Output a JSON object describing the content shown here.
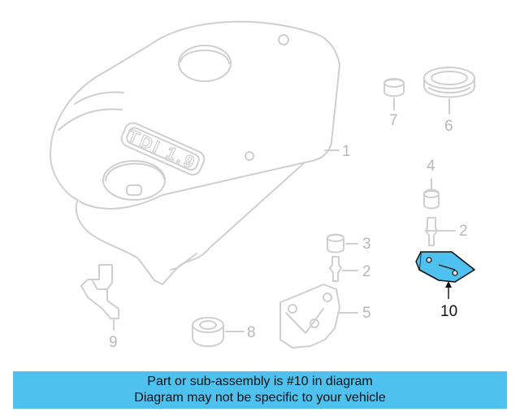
{
  "emblem": "TDI 1.9",
  "callouts": {
    "c1": "1",
    "c2a": "2",
    "c2b": "2",
    "c3": "3",
    "c4": "4",
    "c5": "5",
    "c6": "6",
    "c7": "7",
    "c8": "8",
    "c9": "9",
    "c10": "10"
  },
  "highlighted_part": "10",
  "colors": {
    "outline": "#cfcfcf",
    "highlight_fill": "#4fc1ef",
    "banner_bg": "#4fc1ef",
    "text_dark": "#111111"
  },
  "banner": {
    "line1": "Part or sub-assembly is #10 in diagram",
    "line2": "Diagram may not be specific to your vehicle"
  }
}
